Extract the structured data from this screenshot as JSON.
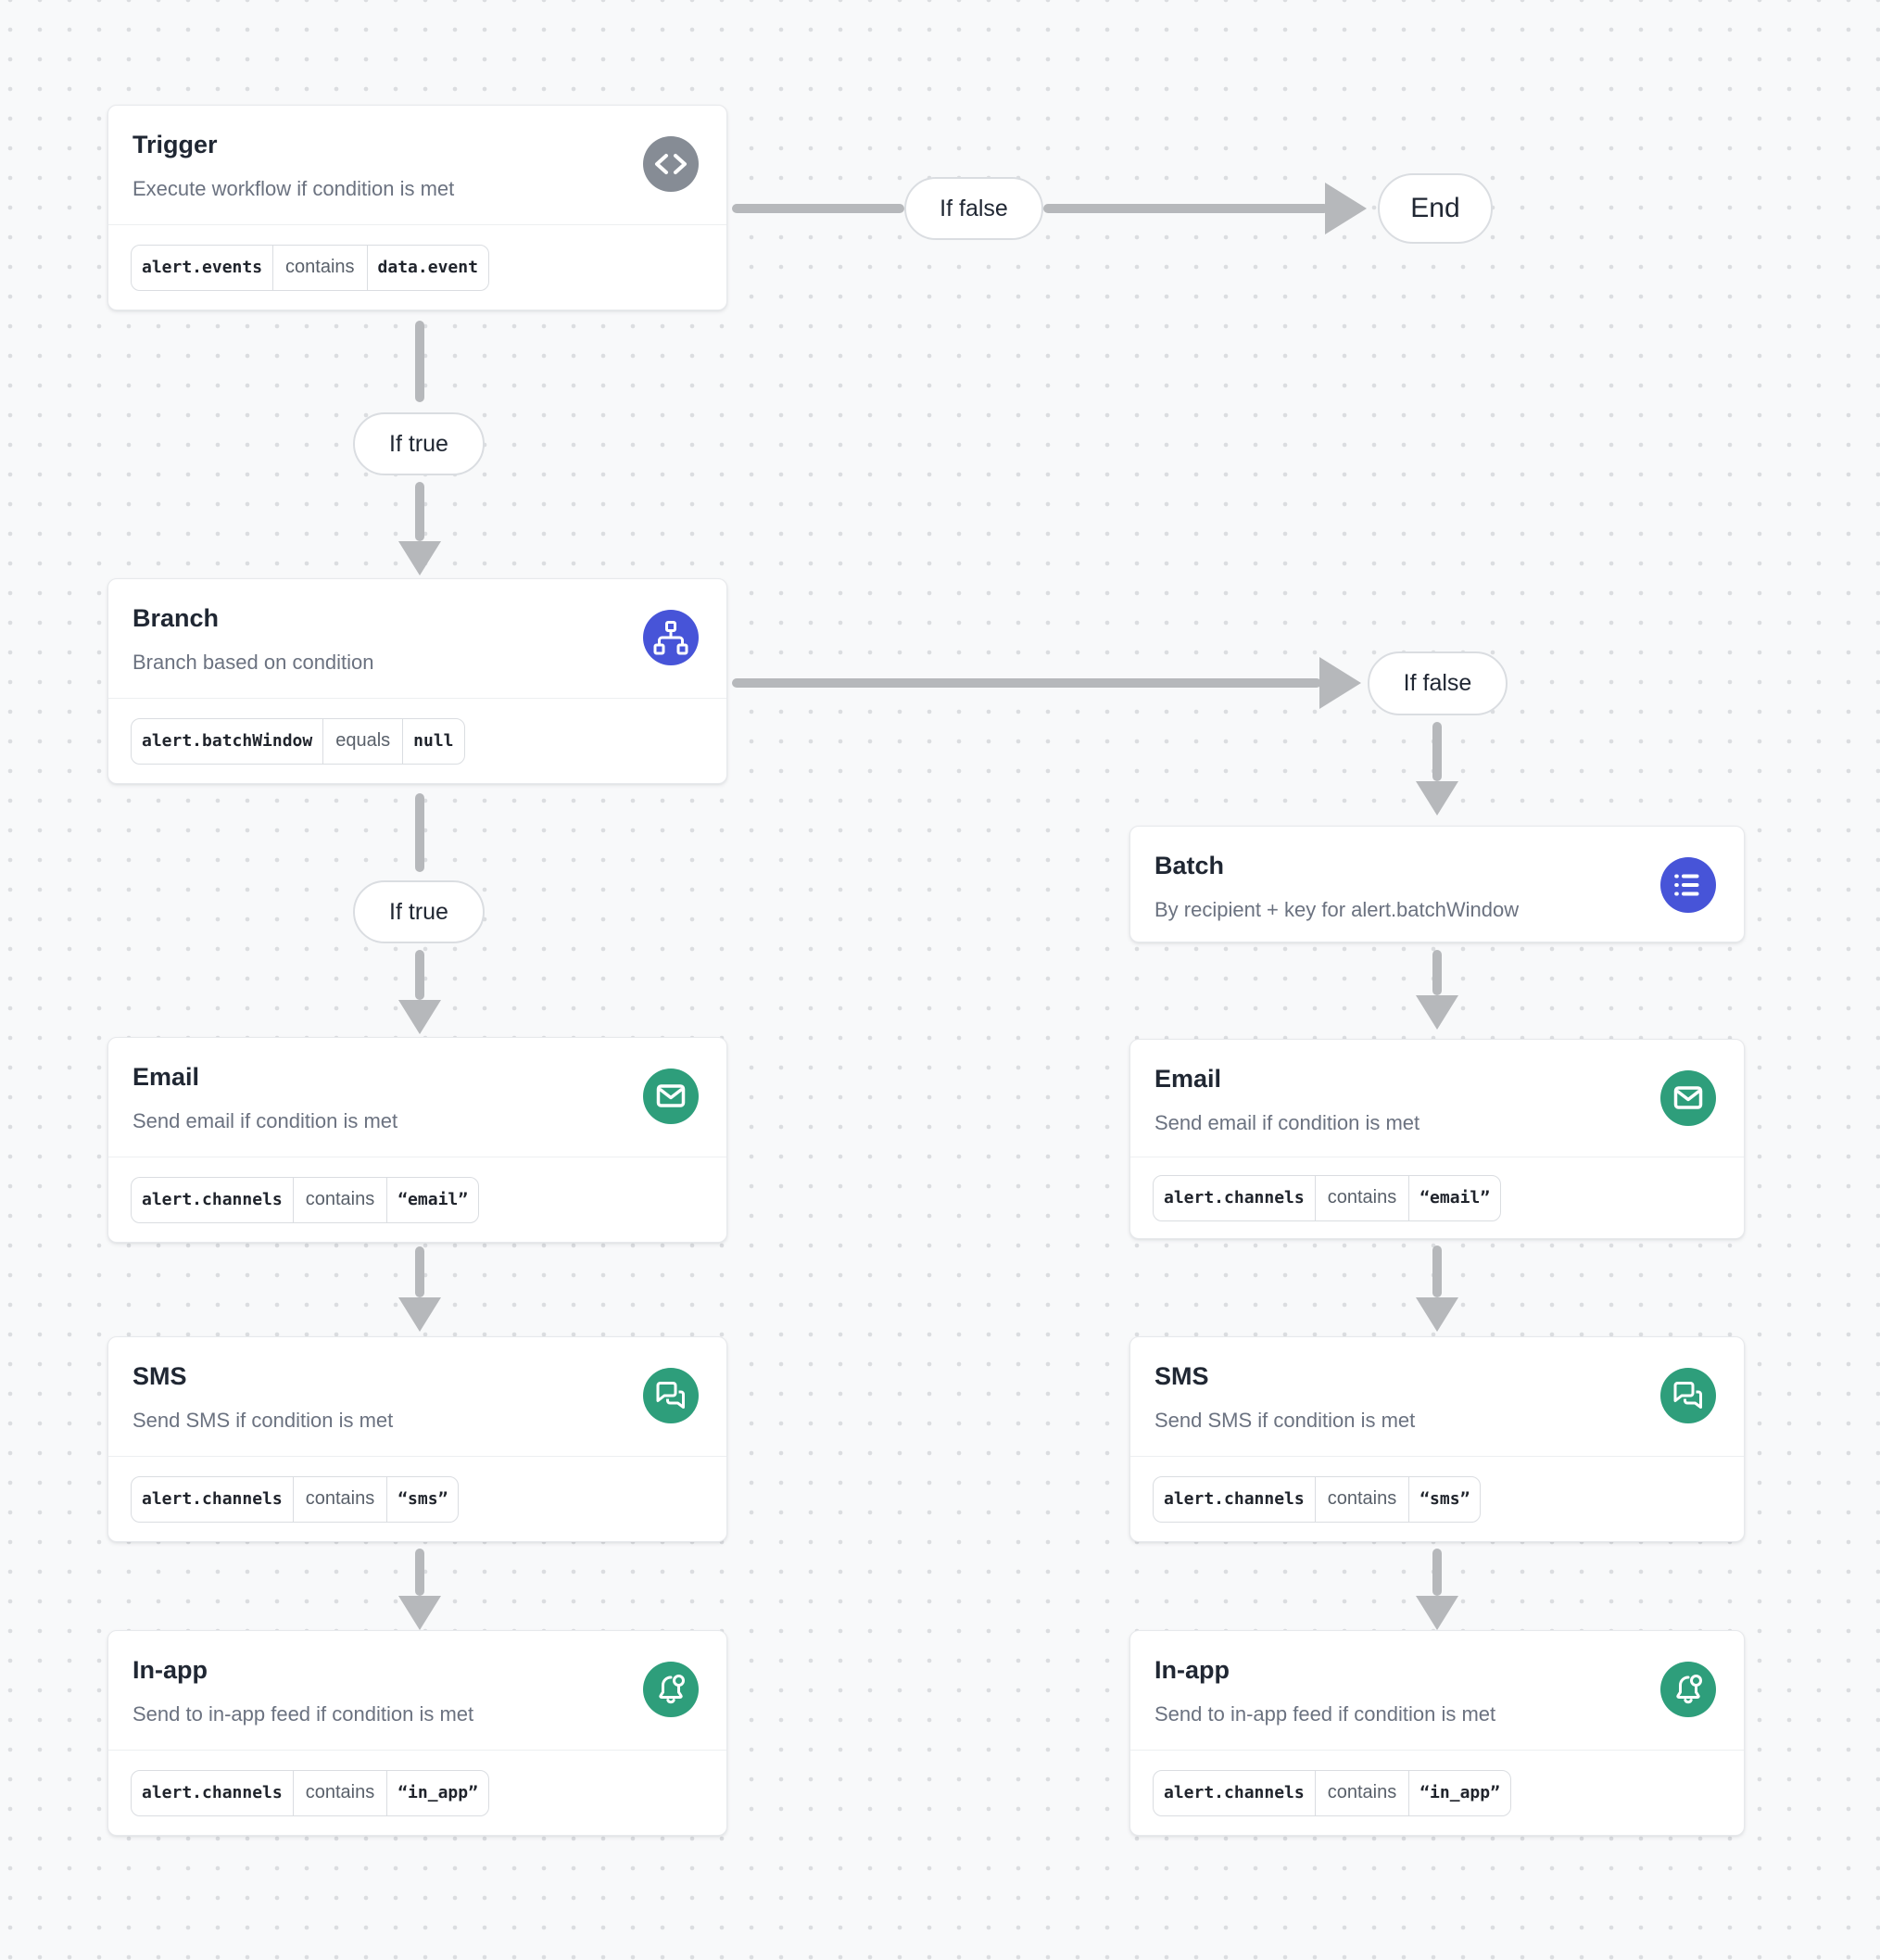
{
  "colors": {
    "canvas_bg": "#f8f9fa",
    "dot": "#dbdde0",
    "node_bg": "#ffffff",
    "node_border": "#e7e9ec",
    "divider": "#edeff1",
    "title": "#202733",
    "subtitle": "#6b7280",
    "mono": "#20242c",
    "operator": "#59606a",
    "pill_border": "#dadde1",
    "arrow": "#b6b8bb",
    "icon_gray": "#868c95",
    "icon_blue": "#4754d8",
    "icon_green": "#2e9e7b"
  },
  "nodes": {
    "trigger": {
      "title": "Trigger",
      "subtitle": "Execute workflow if condition is met",
      "icon": "code-icon",
      "condition": {
        "field": "alert.events",
        "operator": "contains",
        "value": "data.event"
      }
    },
    "branch": {
      "title": "Branch",
      "subtitle": "Branch based on condition",
      "icon": "sitemap-icon",
      "condition": {
        "field": "alert.batchWindow",
        "operator": "equals",
        "value": "null"
      }
    },
    "batch": {
      "title": "Batch",
      "subtitle": "By recipient + key for alert.batchWindow",
      "icon": "list-icon"
    },
    "email_left": {
      "title": "Email",
      "subtitle": "Send email if condition is met",
      "icon": "mail-icon",
      "condition": {
        "field": "alert.channels",
        "operator": "contains",
        "value": "“email”"
      }
    },
    "sms_left": {
      "title": "SMS",
      "subtitle": "Send SMS if condition is met",
      "icon": "chat-bubbles-icon",
      "condition": {
        "field": "alert.channels",
        "operator": "contains",
        "value": "“sms”"
      }
    },
    "inapp_left": {
      "title": "In-app",
      "subtitle": "Send to in-app feed if condition is met",
      "icon": "bell-badge-icon",
      "condition": {
        "field": "alert.channels",
        "operator": "contains",
        "value": "“in_app”"
      }
    },
    "email_right": {
      "title": "Email",
      "subtitle": "Send email if condition is met",
      "icon": "mail-icon",
      "condition": {
        "field": "alert.channels",
        "operator": "contains",
        "value": "“email”"
      }
    },
    "sms_right": {
      "title": "SMS",
      "subtitle": "Send SMS if condition is met",
      "icon": "chat-bubbles-icon",
      "condition": {
        "field": "alert.channels",
        "operator": "contains",
        "value": "“sms”"
      }
    },
    "inapp_right": {
      "title": "In-app",
      "subtitle": "Send to in-app feed if condition is met",
      "icon": "bell-badge-icon",
      "condition": {
        "field": "alert.channels",
        "operator": "contains",
        "value": "“in_app”"
      }
    }
  },
  "edge_labels": {
    "trigger_false": "If false",
    "trigger_true": "If true",
    "branch_false": "If false",
    "branch_true": "If true",
    "end": "End"
  }
}
